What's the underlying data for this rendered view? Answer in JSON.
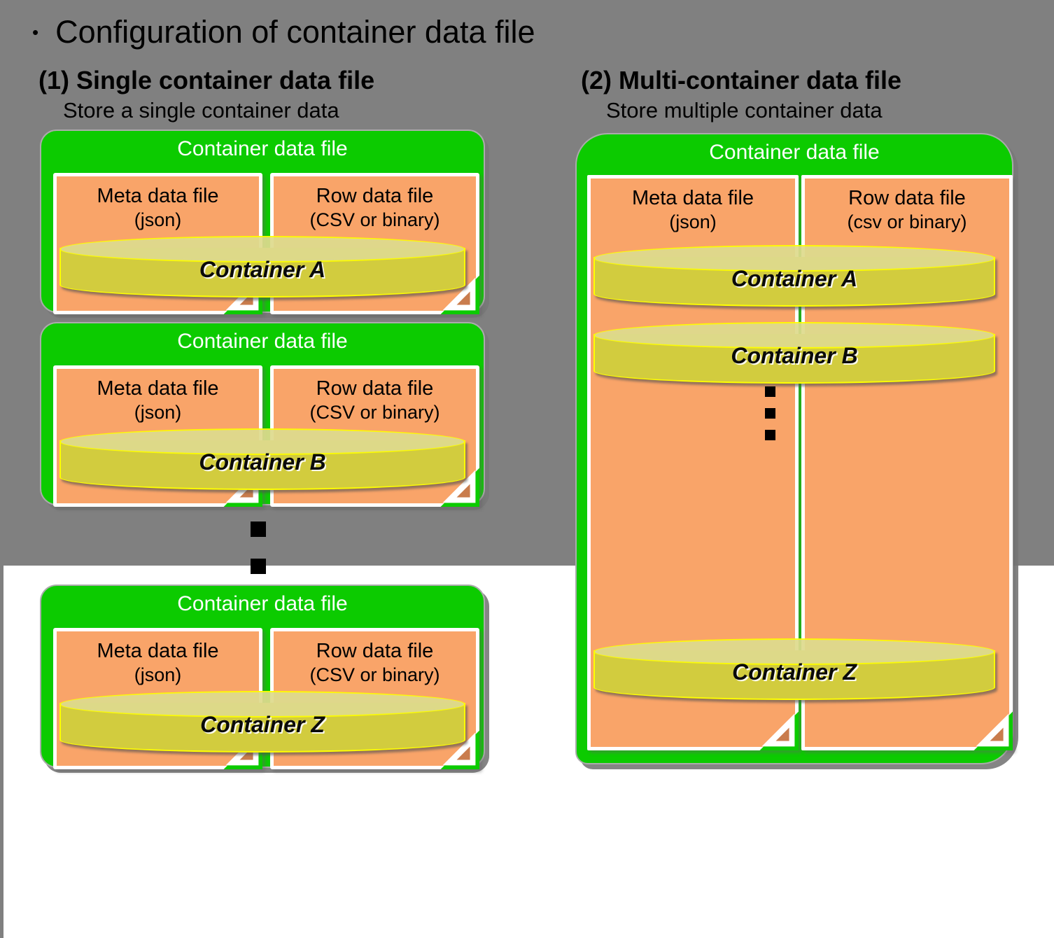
{
  "title": "Configuration of container data file",
  "bullet": "•",
  "sections": {
    "single": {
      "heading": "(1) Single container data file",
      "subheading": "Store a single container data",
      "boxes": [
        {
          "box_title": "Container data file",
          "meta_title": "Meta data file",
          "meta_sub": "(json)",
          "row_title": "Row data file",
          "row_sub": "(CSV or binary)",
          "container_label": "Container A"
        },
        {
          "box_title": "Container data file",
          "meta_title": "Meta data file",
          "meta_sub": "(json)",
          "row_title": "Row data file",
          "row_sub": "(CSV or binary)",
          "container_label": "Container B"
        },
        {
          "box_title": "Container data file",
          "meta_title": "Meta data file",
          "meta_sub": "(json)",
          "row_title": "Row data file",
          "row_sub": "(CSV or binary)",
          "container_label": "Container Z"
        }
      ]
    },
    "multi": {
      "heading": "(2) Multi-container data file",
      "subheading": "Store multiple container data",
      "box_title": "Container data file",
      "meta_title": "Meta data file",
      "meta_sub": "(json)",
      "row_title": "Row data file",
      "row_sub": "(csv or binary)",
      "containers": [
        "Container A",
        "Container B",
        "Container Z"
      ]
    }
  },
  "colors": {
    "background_gray": "#808080",
    "green": "#0ccb00",
    "orange": "#f9a469",
    "cylinder_body": "#d2cc3e",
    "cylinder_top": "#dedb8e",
    "yellow": "#ffff00",
    "fold": "#c97c4d"
  }
}
